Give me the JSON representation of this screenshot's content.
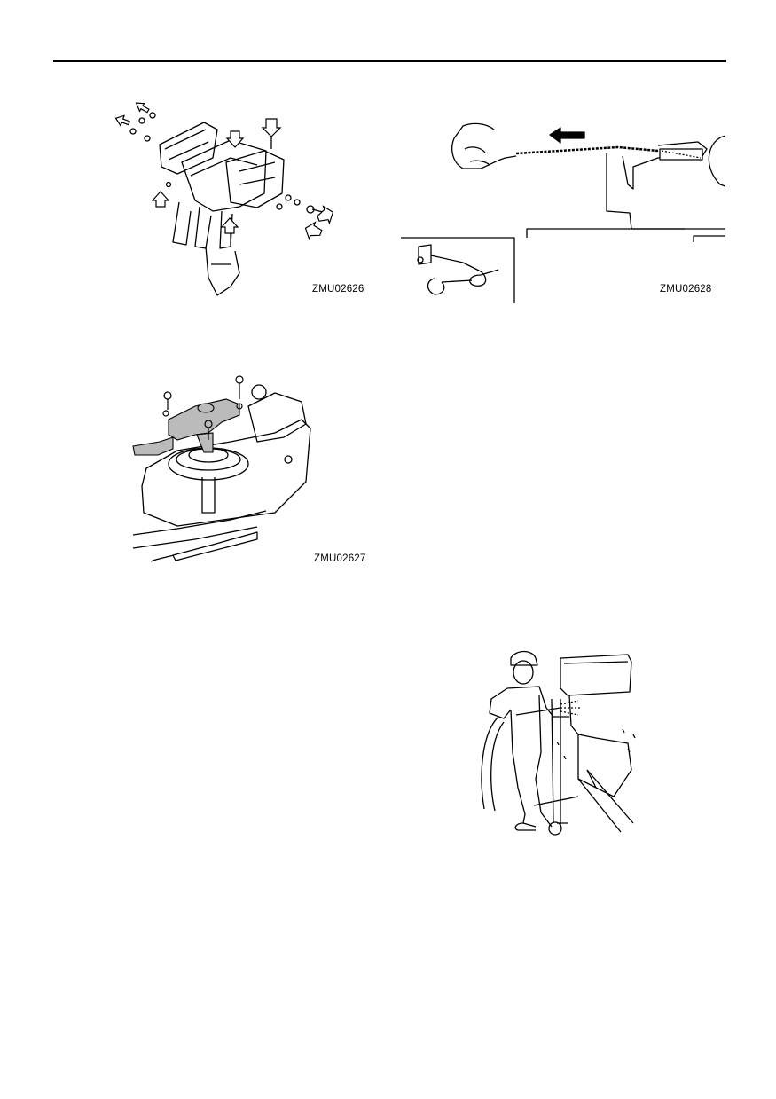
{
  "figures": {
    "fig1": {
      "caption": "ZMU02626",
      "icon": "lower-unit-gearcase-cover-removal"
    },
    "fig2": {
      "caption": "ZMU02628",
      "icon": "starter-rope-pull-with-knot-inset"
    },
    "fig3": {
      "caption": "ZMU02627",
      "icon": "recoil-starter-bolts-removal"
    },
    "fig4": {
      "caption": "",
      "icon": "person-washing-outboard-motor"
    }
  }
}
